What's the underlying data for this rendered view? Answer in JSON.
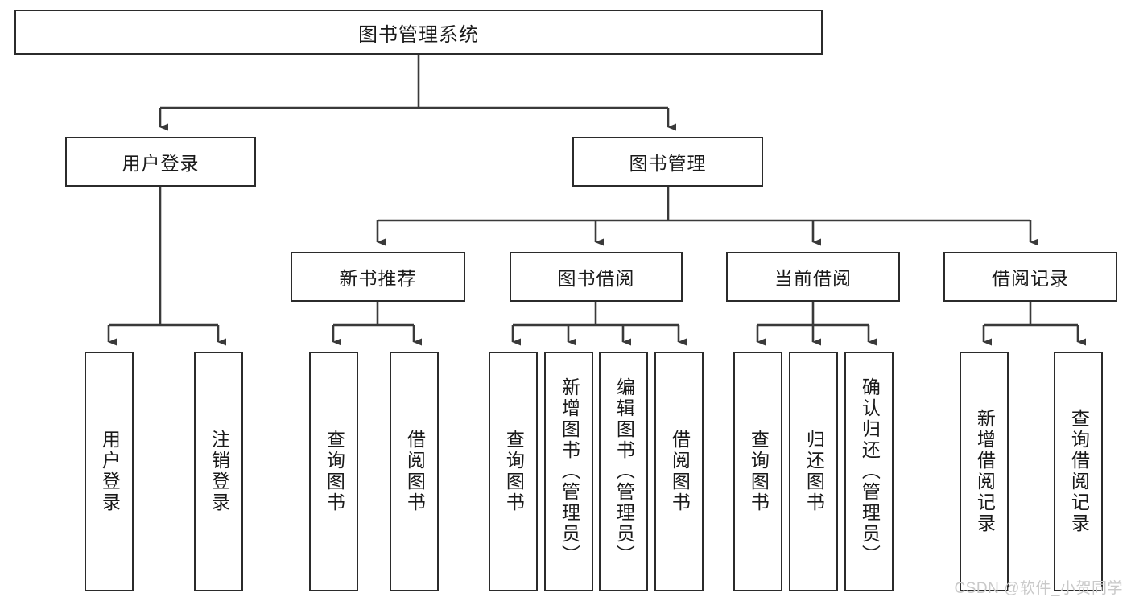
{
  "diagram": {
    "title": "图书管理系统",
    "type": "tree-hierarchy",
    "watermark": "CSDN @软件_小贺同学",
    "colors": {
      "border": "#2b2b2b",
      "background": "#ffffff",
      "text": "#1a1a1a",
      "watermark": "#c9c9c9"
    },
    "root": {
      "label": "图书管理系统"
    },
    "level2": [
      {
        "label": "用户登录"
      },
      {
        "label": "图书管理"
      }
    ],
    "level3": [
      {
        "label": "新书推荐"
      },
      {
        "label": "图书借阅"
      },
      {
        "label": "当前借阅"
      },
      {
        "label": "借阅记录"
      }
    ],
    "leaves": {
      "user_login": [
        {
          "label": "用户登录"
        },
        {
          "label": "注销登录"
        }
      ],
      "new_book_recommend": [
        {
          "label": "查询图书"
        },
        {
          "label": "借阅图书"
        }
      ],
      "book_borrow": [
        {
          "label": "查询图书"
        },
        {
          "label": "新增图书（管理员）"
        },
        {
          "label": "编辑图书（管理员）"
        },
        {
          "label": "借阅图书"
        }
      ],
      "current_borrow": [
        {
          "label": "查询图书"
        },
        {
          "label": "归还图书"
        },
        {
          "label": "确认归还（管理员）"
        }
      ],
      "borrow_record": [
        {
          "label": "新增借阅记录"
        },
        {
          "label": "查询借阅记录"
        }
      ]
    }
  }
}
